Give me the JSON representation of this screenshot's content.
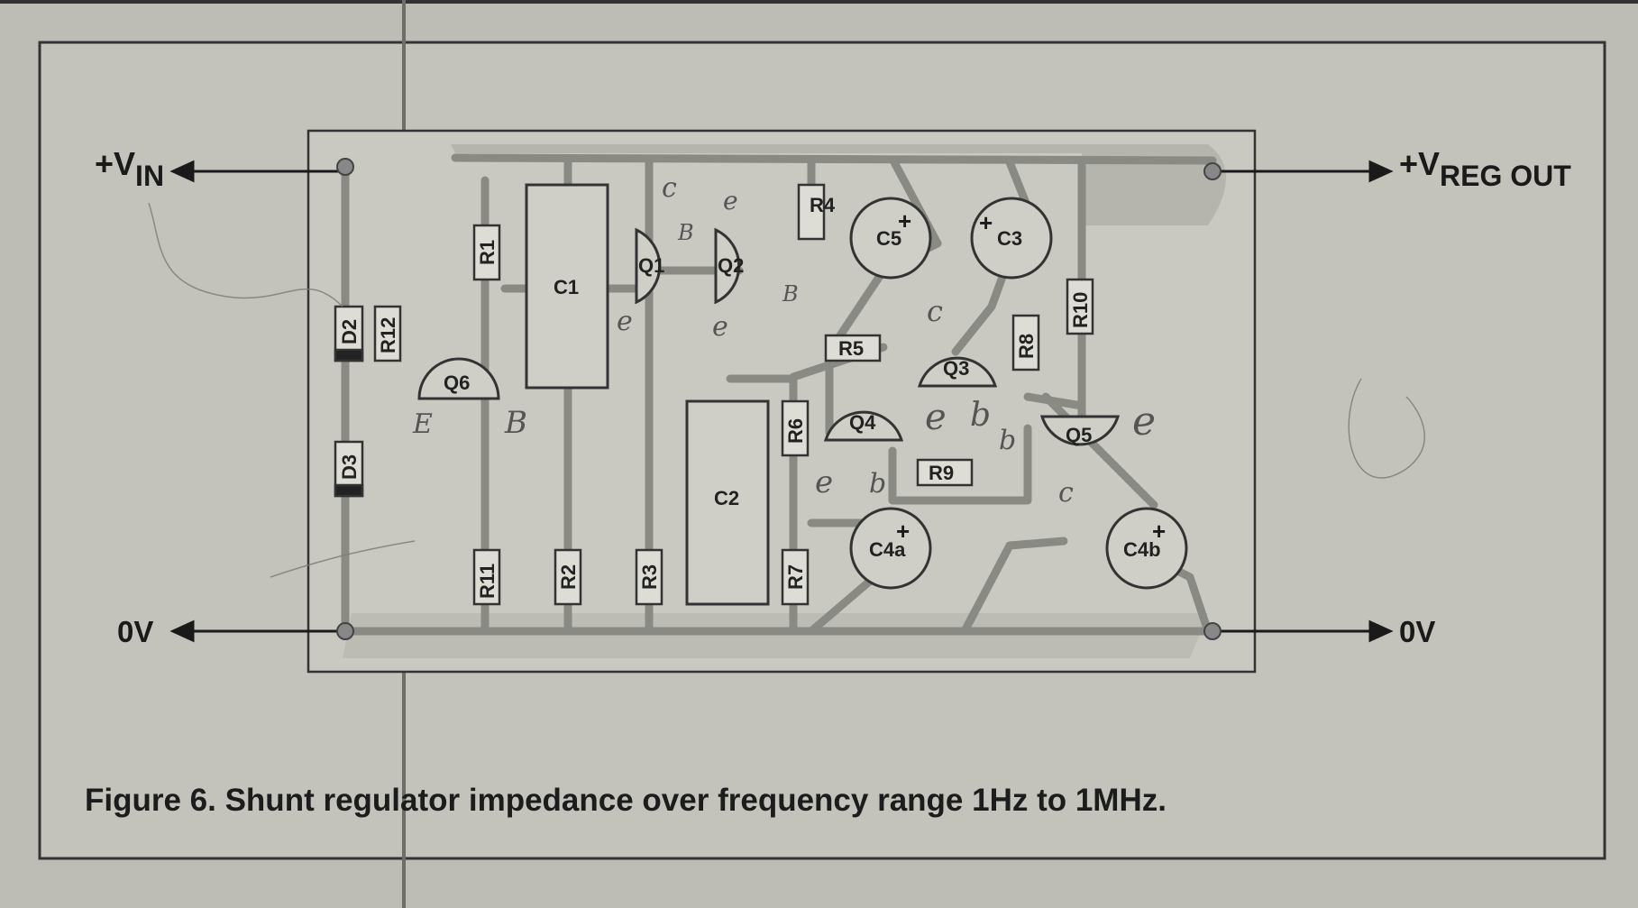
{
  "terminals": {
    "vin": {
      "main": "+V",
      "sub": "IN"
    },
    "vout": {
      "main": "+V",
      "sub": "REG OUT"
    },
    "gnd_left": "0V",
    "gnd_right": "0V"
  },
  "components": {
    "R1": "R1",
    "R2": "R2",
    "R3": "R3",
    "R4": "R4",
    "R5": "R5",
    "R6": "R6",
    "R7": "R7",
    "R8": "R8",
    "R9": "R9",
    "R10": "R10",
    "R11": "R11",
    "R12": "R12",
    "C1": "C1",
    "C2": "C2",
    "C3": "C3",
    "C5": "C5",
    "C4a": "C4a",
    "C4b": "C4b",
    "Q1": "Q1",
    "Q2": "Q2",
    "Q3": "Q3",
    "Q4": "Q4",
    "Q5": "Q5",
    "Q6": "Q6",
    "D2": "D2",
    "D3": "D3"
  },
  "polarity": "+",
  "handwriting": {
    "c1": "c",
    "e1": "e",
    "b1": "B",
    "e2": "e",
    "e3": "e",
    "b2": "B",
    "c2": "c",
    "e4": "e",
    "b3": "b",
    "b4": "b",
    "e5": "e",
    "c3": "c",
    "e6": "E",
    "b5": "B",
    "e7": "e",
    "b6": "b"
  },
  "caption": "Figure 6. Shunt regulator impedance over frequency range 1Hz to 1MHz.",
  "colors": {
    "paper": "#bdbdb5",
    "ink": "#1a1a1a",
    "trace": "#8a8a84",
    "board": "#c9c9c1"
  }
}
